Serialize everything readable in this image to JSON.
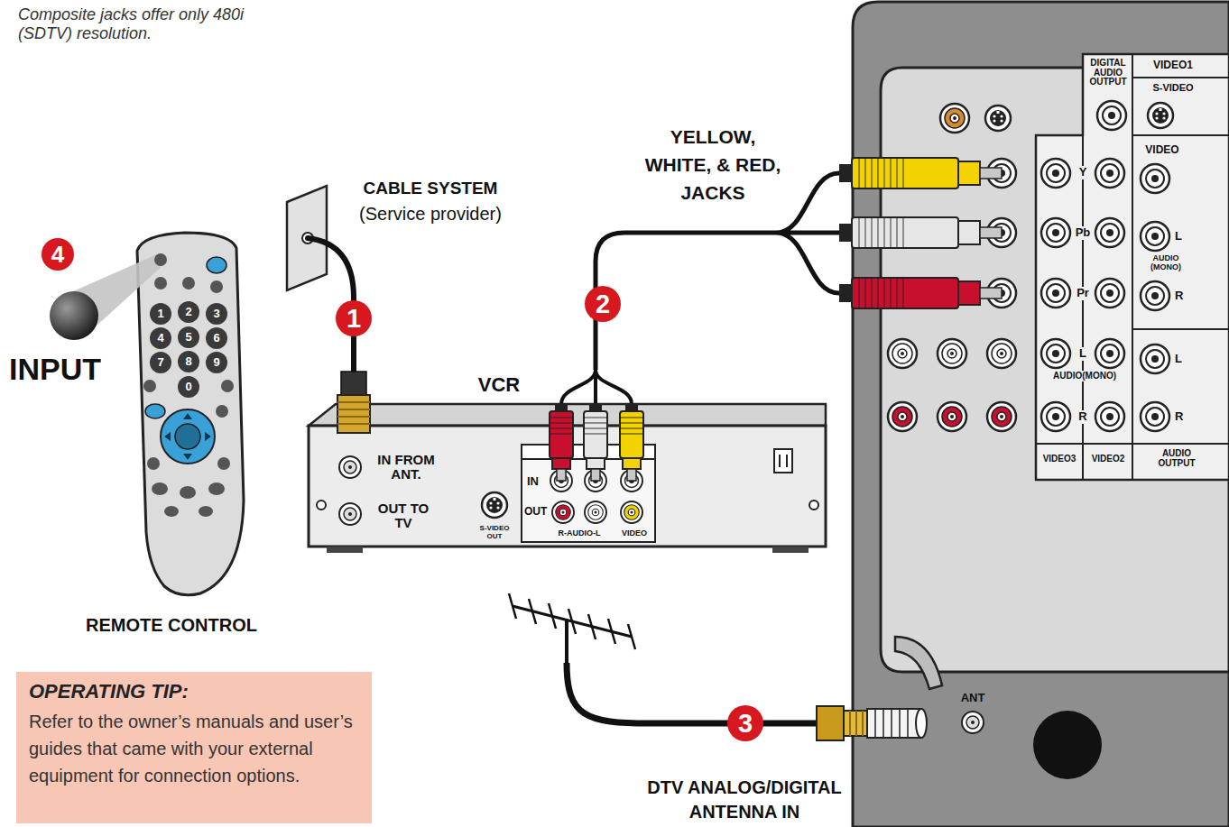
{
  "diagram": {
    "nodes": [
      {
        "text": [
          "OPERATING TIP:",
          "Refer to the owner’s manuals and user’s guides that came with your external equipment for connection options."
        ]
      }
    ],
    "labels": [
      "Composite jacks offer only 480i (SDTV) resolution.",
      "4",
      "INPUT",
      "1",
      "2",
      "3",
      "4",
      "5",
      "6",
      "7",
      "8",
      "9",
      "0",
      "REMOTE CONTROL",
      "CABLE SYSTEM",
      "(Service provider)",
      "1",
      "YELLOW, WHITE, & RED, JACKS",
      "2",
      "VCR",
      "IN FROM ANT.",
      "OUT TO TV",
      "IN",
      "OUT",
      "S-VIDEO OUT",
      "R-AUDIO-L",
      "VIDEO",
      "3",
      "DTV ANALOG/DIGITAL ANTENNA IN",
      "DIGITAL AUDIO OUTPUT",
      "VIDEO1",
      "S-VIDEO",
      "VIDEO",
      "L",
      "AUDIO (MONO)",
      "R",
      "Y",
      "Pb",
      "Pr",
      "L",
      "AUDIO(MONO)",
      "R",
      "L",
      "R",
      "VIDEO3",
      "VIDEO2",
      "AUDIO OUTPUT",
      "ANT"
    ]
  }
}
